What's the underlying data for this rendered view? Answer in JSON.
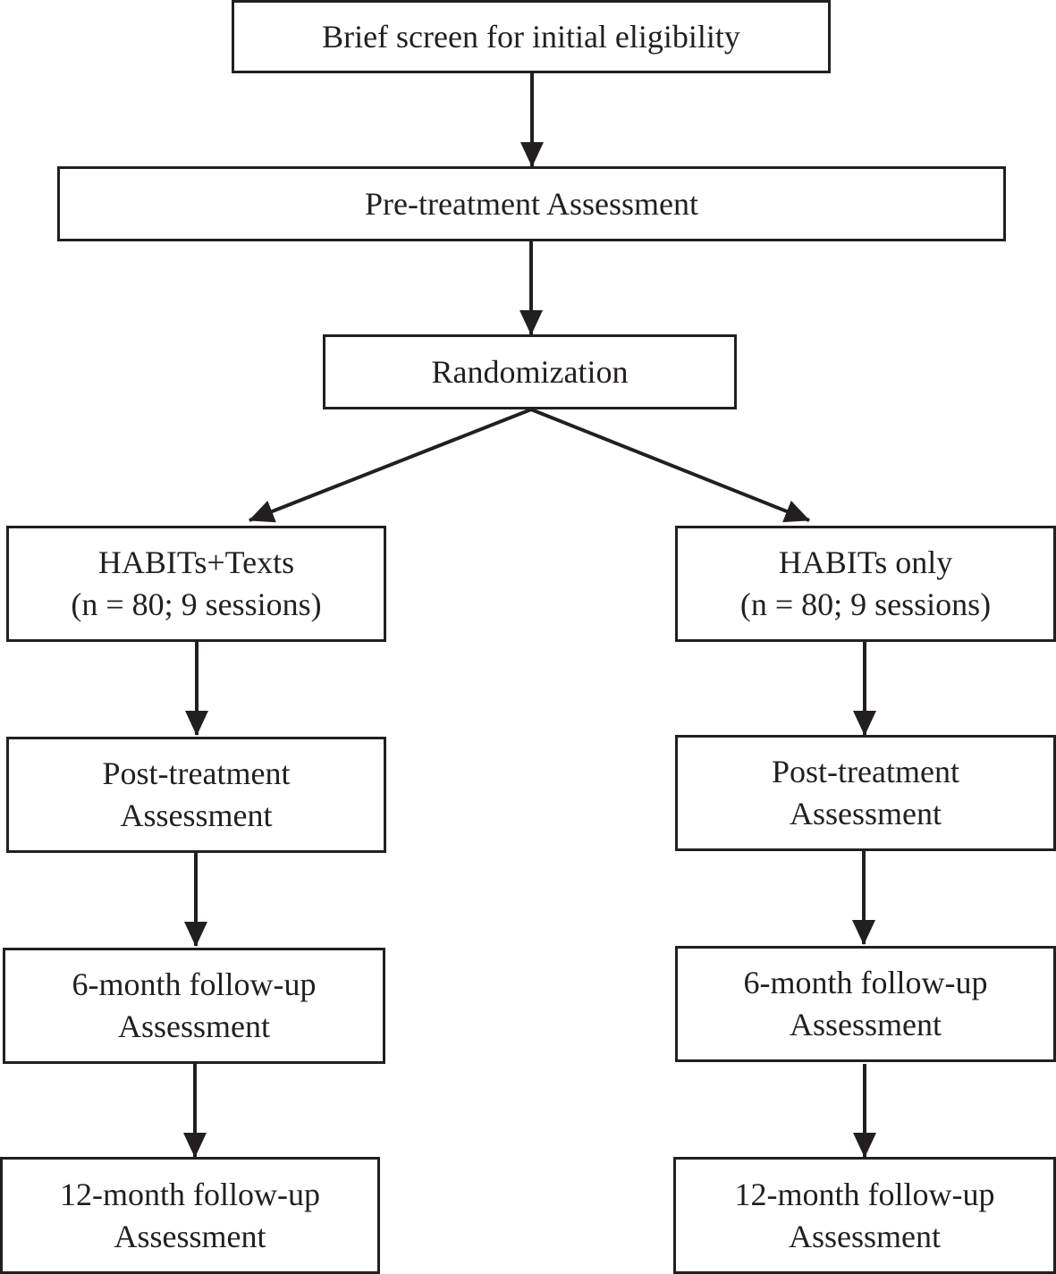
{
  "flowchart": {
    "screen": "Brief screen for initial eligibility",
    "pretreatment": "Pre-treatment Assessment",
    "randomization": "Randomization",
    "left": {
      "arm_name": "HABITs+Texts",
      "arm_detail": "(n = 80; 9 sessions)",
      "post_line1": "Post-treatment",
      "post_line2": "Assessment",
      "six_line1": "6-month follow-up",
      "six_line2": "Assessment",
      "twelve_line1": "12-month follow-up",
      "twelve_line2": "Assessment"
    },
    "right": {
      "arm_name": "HABITs only",
      "arm_detail": "(n = 80; 9 sessions)",
      "post_line1": "Post-treatment",
      "post_line2": "Assessment",
      "six_line1": "6-month follow-up",
      "six_line2": "Assessment",
      "twelve_line1": "12-month follow-up",
      "twelve_line2": "Assessment"
    }
  },
  "colors": {
    "stroke": "#231f20",
    "background": "#ffffff"
  }
}
